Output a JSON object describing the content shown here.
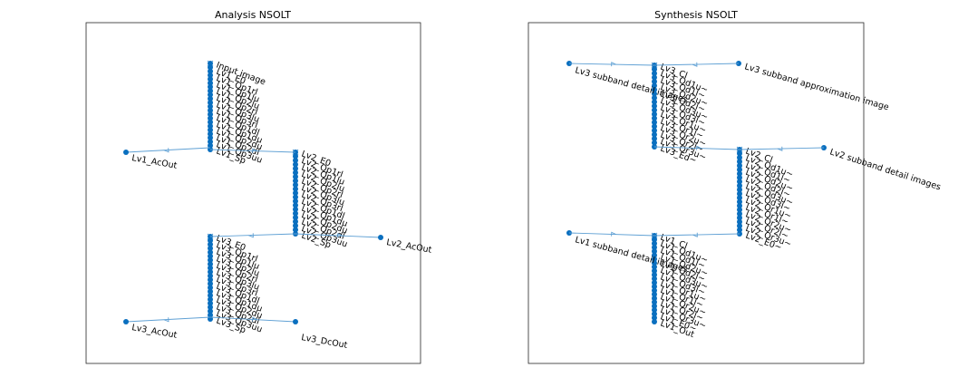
{
  "accent_color": "#0072BD",
  "edge_color": "#5FA0D4",
  "panels": [
    {
      "title": "Analysis NSOLT",
      "columns": [
        {
          "labels": [
            "Input image",
            "Lv1_E0",
            "Lv1_Qp1rl",
            "Lv1_Qp1lu",
            "Lv1_Qp2lu",
            "Lv1_Qp2rl",
            "Lv1_Qp3lu",
            "Lv1_Qp3rl",
            "Lv1_Qp1dl",
            "Lv1_Qp1du",
            "Lv1_Qp2du",
            "Lv1_Qp2dl",
            "Lv1_Qp3uu",
            "Lv1_Sp"
          ]
        },
        {
          "labels": [
            "Lv2_E0",
            "Lv2_Qp1rl",
            "Lv2_Qp1lu",
            "Lv2_Qp2lu",
            "Lv2_Qp2rl",
            "Lv2_Qp3lu",
            "Lv2_Qp3rl",
            "Lv2_Qp1dl",
            "Lv2_Qp1du",
            "Lv2_Qp2du",
            "Lv2_Qp2dl",
            "Lv2_Qp3uu",
            "Lv2_Sp"
          ]
        },
        {
          "labels": [
            "Lv3_E0",
            "Lv3_Qp1rl",
            "Lv3_Qp1lu",
            "Lv3_Qp2lu",
            "Lv3_Qp2rl",
            "Lv3_Qp3lu",
            "Lv3_Qp3rl",
            "Lv3_Qp1dl",
            "Lv3_Qp1du",
            "Lv3_Qp2du",
            "Lv3_Qp2dl",
            "Lv3_Qp3uu",
            "Lv3_Sp"
          ]
        }
      ],
      "outputs": [
        "Lv1_AcOut",
        "Lv2_AcOut",
        "Lv3_AcOut",
        "Lv3_DcOut"
      ]
    },
    {
      "title": "Synthesis NSOLT",
      "columns": [
        {
          "labels": [
            "Lv3_Cl",
            "Lv3_Qd1u~",
            "Lv3_Qd1l~",
            "Lv3_Qd2u~",
            "Lv3_Qd2l~",
            "Lv3_Qd3u~",
            "Lv3_Qd3l~",
            "Lv3_Qr1u~",
            "Lv3_Qr1l~",
            "Lv3_Qr2u~",
            "Lv3_Qr2l~",
            "Lv3_Qr3u~",
            "Lv3_Ed~"
          ]
        },
        {
          "labels": [
            "Lv2_Cl",
            "Lv2_Qd1u~",
            "Lv2_Qd1l~",
            "Lv2_Qd2u~",
            "Lv2_Qd2l~",
            "Lv2_Qd3u~",
            "Lv2_Qd3l~",
            "Lv2_Qr1u~",
            "Lv2_Qr1l~",
            "Lv2_Qr2u~",
            "Lv2_Qr2l~",
            "Lv2_Qr3u~",
            "Lv2_E0~"
          ]
        },
        {
          "labels": [
            "Lv1_Cl",
            "Lv1_Qd1u~",
            "Lv1_Qd1l~",
            "Lv1_Qd2u~",
            "Lv1_Qd2l~",
            "Lv1_Qd3u~",
            "Lv1_Qd3l~",
            "Lv1_Qr1u~",
            "Lv1_Qr1l~",
            "Lv1_Qr2u~",
            "Lv1_Qr2l~",
            "Lv1_Qr3u~",
            "Lv1_E0~",
            "Lv1_Out"
          ]
        }
      ],
      "inputs": [
        "Lv3 subband detail images",
        "Lv3 subband approximation image",
        "Lv2 subband detail images",
        "Lv1 subband detail images"
      ]
    }
  ]
}
